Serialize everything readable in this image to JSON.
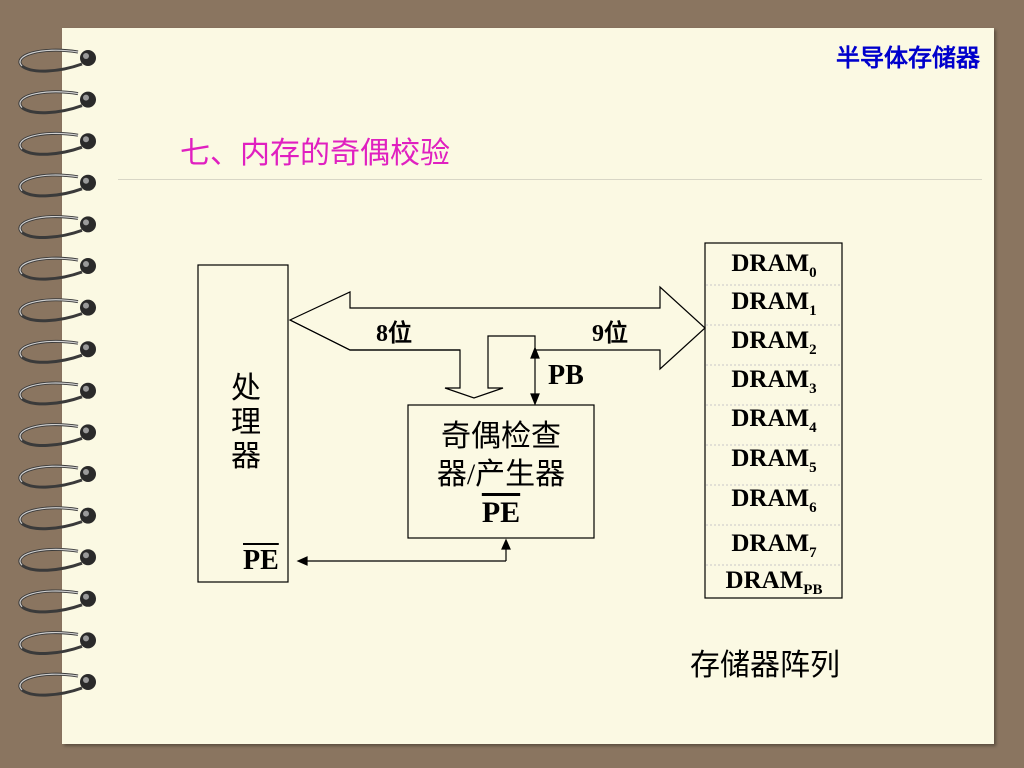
{
  "header": {
    "topic": "半导体存储器"
  },
  "title": "七、内存的奇偶校验",
  "diagram": {
    "processor_label": "处理器",
    "checker_label_line1": "奇偶检查",
    "checker_label_line2": "器/产生器",
    "checker_pe": "PE",
    "processor_pe": "PE",
    "bus_left_label": "8位",
    "bus_right_label": "9位",
    "pb_label": "PB",
    "dram_prefix": "DRAM",
    "dram_modules": [
      "0",
      "1",
      "2",
      "3",
      "4",
      "5",
      "6",
      "7",
      "PB"
    ],
    "array_label": "存储器阵列"
  }
}
